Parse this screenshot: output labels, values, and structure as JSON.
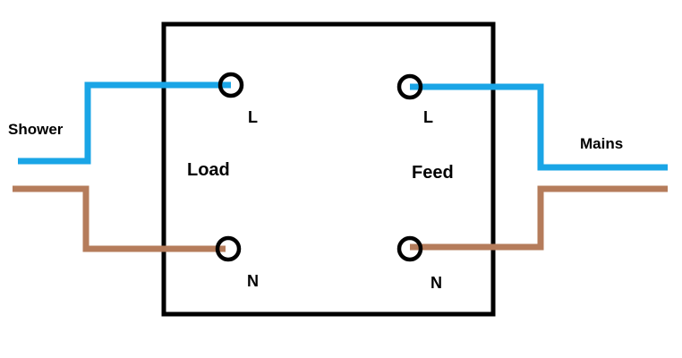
{
  "labels": {
    "shower": "Shower",
    "mains": "Mains",
    "load": "Load",
    "feed": "Feed",
    "load_live": "L",
    "feed_live": "L",
    "load_neutral": "N",
    "feed_neutral": "N"
  },
  "colors": {
    "live_wire": "#1aa5e6",
    "neutral_wire": "#b57c5b",
    "box_outline": "#000000",
    "background": "#ffffff"
  }
}
